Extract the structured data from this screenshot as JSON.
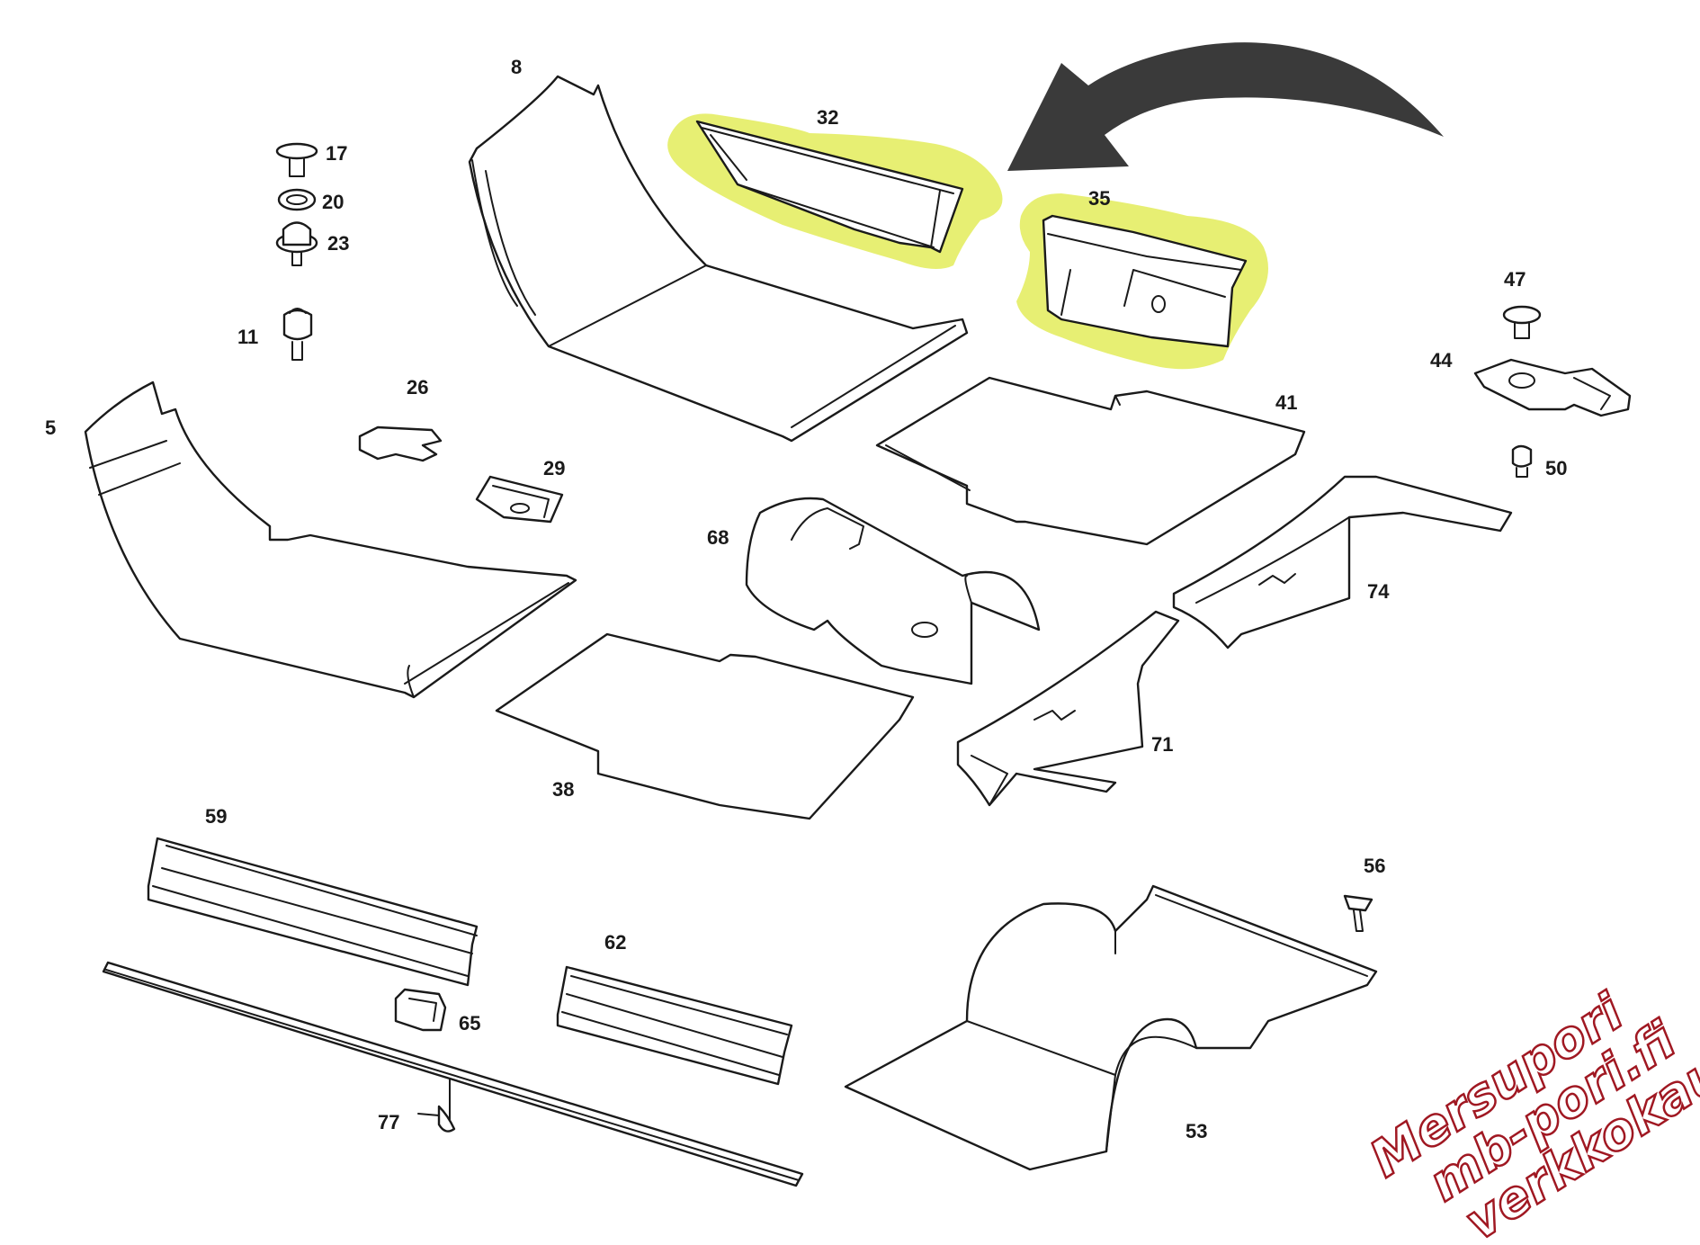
{
  "diagram": {
    "labels": [
      "8",
      "32",
      "35",
      "17",
      "20",
      "23",
      "11",
      "47",
      "44",
      "50",
      "26",
      "5",
      "29",
      "41",
      "68",
      "74",
      "71",
      "38",
      "59",
      "62",
      "65",
      "56",
      "53",
      "77"
    ],
    "highlight_color": "#e3ec5a",
    "arrow_color": "#3a3a3a",
    "line_color": "#1a1a1a"
  },
  "watermark": {
    "line1": "Mersupori",
    "line2": "mb-pori.fi",
    "line3": "verkkokauppa",
    "color": "#a01822"
  }
}
